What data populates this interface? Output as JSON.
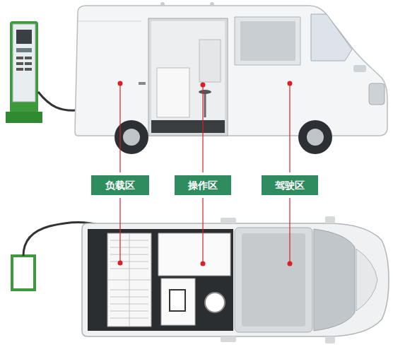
{
  "diagram": {
    "nodes": [
      {
        "text": [
          "负载区"
        ]
      },
      {
        "text": [
          "操作区"
        ]
      },
      {
        "text": [
          "驾驶区"
        ]
      }
    ]
  }
}
